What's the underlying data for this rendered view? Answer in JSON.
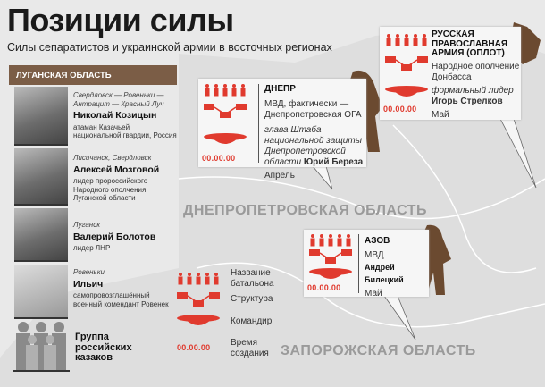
{
  "title": "Позиции силы",
  "subtitle": "Силы сепаратистов и украинской армии в восточных регионах",
  "left_panel": {
    "header": "ЛУГАНСКАЯ ОБЛАСТЬ",
    "persons": [
      {
        "location": "Свердловск — Ровеньки — Антрацит — Красный Луч",
        "name": "Николай Козицын",
        "role": "атаман Казачьей национальной гвардии, Россия"
      },
      {
        "location": "Лисичанск, Свердловск",
        "name": "Алексей Мозговой",
        "role": "лидер пророссийского Народного ополчения Луганской области"
      },
      {
        "location": "Луганск",
        "name": "Валерий Болотов",
        "role": "лидер ЛНР"
      },
      {
        "location": "Ровеньки",
        "name": "Ильич",
        "role": "самопровозглашённый военный комендант Ровенек"
      }
    ],
    "group": "Группа российских казаков"
  },
  "battalions": {
    "dnepr": {
      "name": "ДНЕПР",
      "structure": "МВД, фактически — Днепропетровская ОГА",
      "commander_role": "глава Штаба национальной защиты Днепропетровской области",
      "commander": "Юрий Береза",
      "date_label": "00.00.00",
      "time": "Апрель"
    },
    "roa": {
      "name": "РУССКАЯ ПРАВОСЛАВНАЯ АРМИЯ (ОПЛОТ)",
      "structure": "Народное ополчение Донбасса",
      "commander_role": "формальный лидер",
      "commander": "Игорь Стрелков",
      "date_label": "00.00.00",
      "time": "Май"
    },
    "azov": {
      "name": "АЗОВ",
      "structure": "МВД",
      "commander": "Андрей Билецкий",
      "date_label": "00.00.00",
      "time": "Май"
    }
  },
  "regions": {
    "dnipro": "ДНЕПРОПЕТРОВСКАЯ ОБЛАСТЬ",
    "zaporizhzhia": "ЗАПОРОЖСКАЯ ОБЛАСТЬ"
  },
  "legend": {
    "name": "Название батальона",
    "structure": "Структура",
    "commander": "Командир",
    "date_label": "00.00.00",
    "time": "Время создания"
  },
  "colors": {
    "accent": "#e03a2e",
    "brown": "#7b5d46"
  }
}
